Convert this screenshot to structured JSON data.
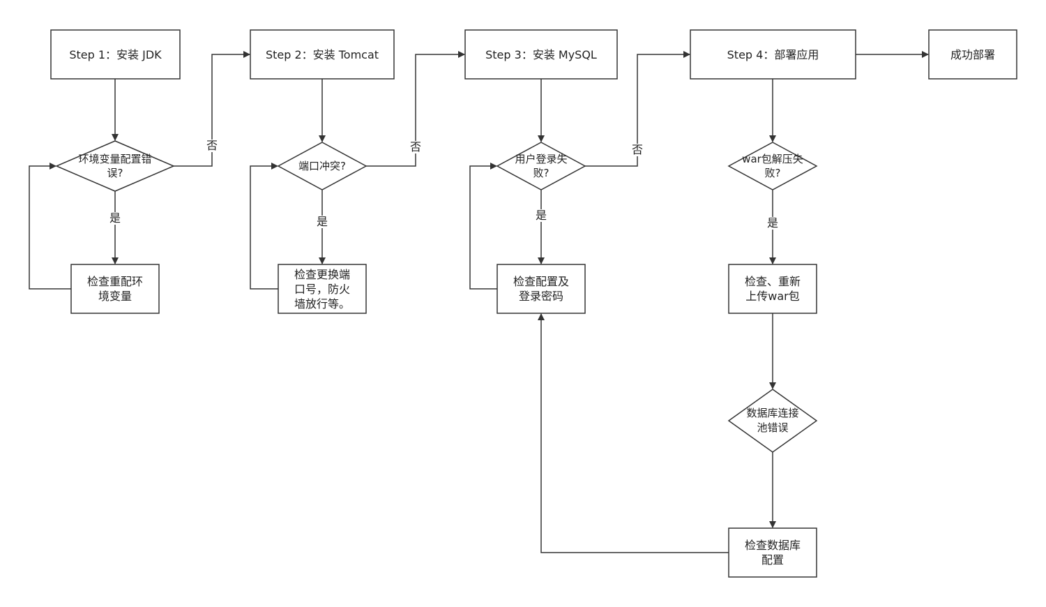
{
  "colors": {
    "stroke": "#333333",
    "fill": "#ffffff",
    "text": "#222222"
  },
  "nodes": {
    "step1": "Step 1：安装 JDK",
    "step2": "Step 2：安装 Tomcat",
    "step3": "Step 3：安装 MySQL",
    "step4": "Step 4：部署应用",
    "success": "成功部署",
    "d1": "环境变量配置错\n误?",
    "d2": "端口冲突?",
    "d3": "用户登录失\n败?",
    "d4": "war包解压失\n败?",
    "d5": "数据库连接\n池错误",
    "fix1": "检查重配环\n境变量",
    "fix2": "检查更换端\n口号，防火\n墙放行等。",
    "fix3": "检查配置及\n登录密码",
    "fix4": "检查、重新\n上传war包",
    "fix5": "检查数据库\n配置"
  },
  "edge_labels": {
    "yes": "是",
    "no": "否"
  }
}
